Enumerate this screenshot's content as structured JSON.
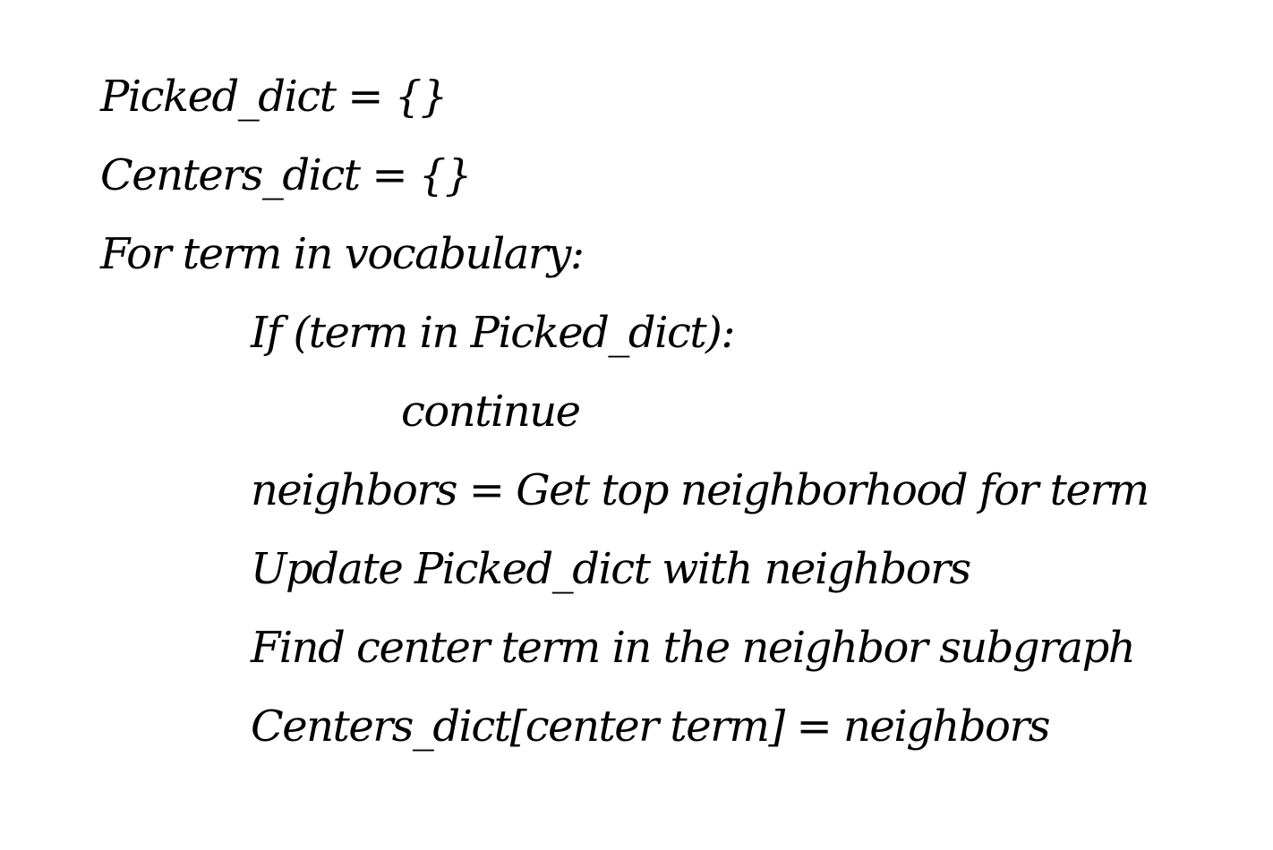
{
  "document": {
    "lines": [
      "Picked_dict = {}",
      "Centers_dict = {}",
      "For term in vocabulary:",
      "If (term in Picked_dict):",
      "continue",
      "neighbors = Get top neighborhood for term",
      "Update Picked_dict with neighbors",
      "Find center term in the neighbor subgraph",
      "Centers_dict[center term] = neighbors"
    ]
  }
}
